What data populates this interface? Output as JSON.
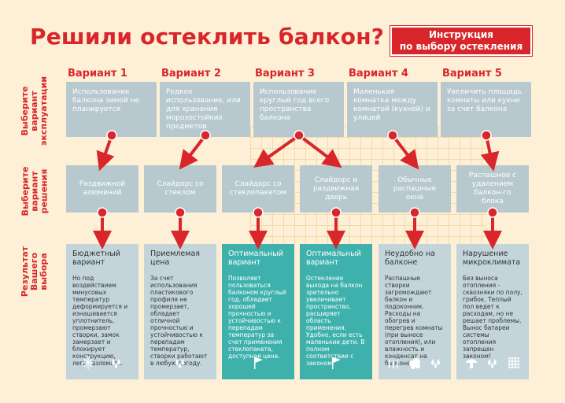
{
  "title": "Решили остеклить балкон?",
  "badge": {
    "line1": "Инструкция",
    "line2": "по выбору остекления"
  },
  "row_labels": {
    "exploitation": "Выберите\nвариант\nэксплуатации",
    "solution": "Выберите\nвариант\nрешения",
    "result": "Результат\nВашего\nвыбора"
  },
  "variants": [
    {
      "title": "Вариант 1",
      "text": "Использование балкона зимой не планируется"
    },
    {
      "title": "Вариант 2",
      "text": "Редкое использование, или для хранения морозостойких предметов"
    },
    {
      "title": "Вариант 3",
      "text": "Использование круглый год всего пространства балкона"
    },
    {
      "title": "Вариант 4",
      "text": "Маленькая комнатка между комнатой (кухней) и улицей"
    },
    {
      "title": "Вариант 5",
      "text": "Увеличить площадь комнаты или кухни за счет балкона"
    }
  ],
  "solutions": [
    {
      "text": "Раздвижной алюминий"
    },
    {
      "text": "Слайдорс со стеклом"
    },
    {
      "text": "Слайдорс со стеклопакетом"
    },
    {
      "text": "Слайдорс и раздвижная дверь"
    },
    {
      "text": "Обычные распашные окна"
    },
    {
      "text": "Распашное с удалением балкон-го блока"
    }
  ],
  "results": [
    {
      "heading": "Бюджетный вариант",
      "body": "Но под воздействием минусовых температур деформируется и изнашивается уплотнитель, промерзают створки, замок замерзает и блокирует конструкцию, легко взломать.",
      "style": "grey",
      "icons": [
        "snowflake-icon",
        "drops-icon"
      ]
    },
    {
      "heading": "Приемлемая цена",
      "body": "За счет использования пластикового профиля не промерзает, обладает отличной прочностью и устойчивостью к перепадам температур, створки работают в любую погоду.",
      "style": "grey",
      "icons": [
        "drops-icon"
      ]
    },
    {
      "heading": "Оптимальный вариант",
      "body": "Позволяет пользоваться балконом круглый год, обладает хорошей прочностью и устойчивостью к перепадам температур за счет применения стеклопакета, доступная цена.",
      "style": "teal",
      "icons": [
        "flag-icon"
      ]
    },
    {
      "heading": "Оптимальный вариант",
      "body": "Остекление выхода на балкон зрительно увеличивает пространство, расширяет область применения. Удобно, если есть маленькие дети. В полном соответствии с законом.",
      "style": "teal",
      "icons": [
        "flag-icon"
      ]
    },
    {
      "heading": "Неудобно на балконе",
      "body": "Распашные створки загромождают балкон и подоконник. Расходы на обогрев и перегрев комнаты (при выносе отопления), или влажность и конденсат на балконе.",
      "style": "grey",
      "icons": [
        "heat-waves-icon",
        "cloud-icon",
        "drops-icon"
      ]
    },
    {
      "heading": "Нарушение микроклимата",
      "body": "Без выноса отопления - сквозняки по полу, грибок. Теплый пол ведет к расходам, но не решает проблемы. Вынос батареи системы отопления запрещен законом!",
      "style": "grey",
      "icons": [
        "mushroom-icon",
        "drops-icon",
        "grid-icon"
      ]
    }
  ],
  "colors": {
    "accent": "#d8262a",
    "box": "#b7c9cf",
    "result_grey": "#c3d5db",
    "teal": "#3fb1ad",
    "background": "#fdf0d6"
  }
}
